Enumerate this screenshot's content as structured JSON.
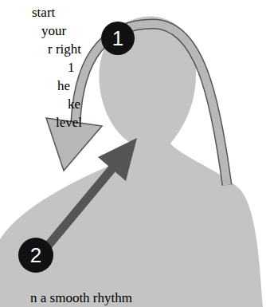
{
  "diagram": {
    "nodes": [
      {
        "text": [
          "1"
        ]
      },
      {
        "text": [
          "2"
        ]
      }
    ],
    "labels": [
      "start",
      "your",
      "r right",
      "1",
      "he",
      "ke",
      "level",
      "n a smooth rhythm"
    ]
  }
}
